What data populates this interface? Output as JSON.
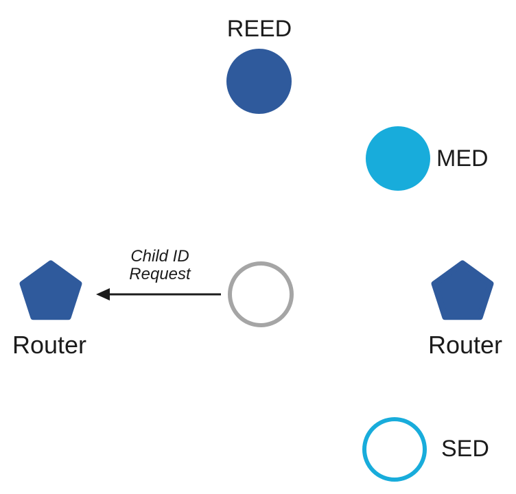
{
  "diagram": {
    "kind": "network-topology-diagram",
    "background": "#ffffff"
  },
  "colors": {
    "router_blue": "#2F5A9C",
    "end_device_cyan": "#18ACDB",
    "parent_outline_gray": "#A5A5A5",
    "text_black": "#1B1B1B"
  },
  "nodes": {
    "reed": {
      "label": "REED",
      "shape": "circle",
      "style": "filled-blue"
    },
    "med": {
      "label": "MED",
      "shape": "circle",
      "style": "filled-cyan"
    },
    "parent": {
      "label": "",
      "shape": "circle",
      "style": "outlined-gray"
    },
    "router_left": {
      "label": "Router",
      "shape": "pentagon",
      "style": "filled-blue"
    },
    "router_right": {
      "label": "Router",
      "shape": "pentagon",
      "style": "filled-blue"
    },
    "sed": {
      "label": "SED",
      "shape": "circle",
      "style": "outlined-cyan"
    }
  },
  "arrow": {
    "label_line1": "Child ID",
    "label_line2": "Request",
    "direction": "left"
  }
}
